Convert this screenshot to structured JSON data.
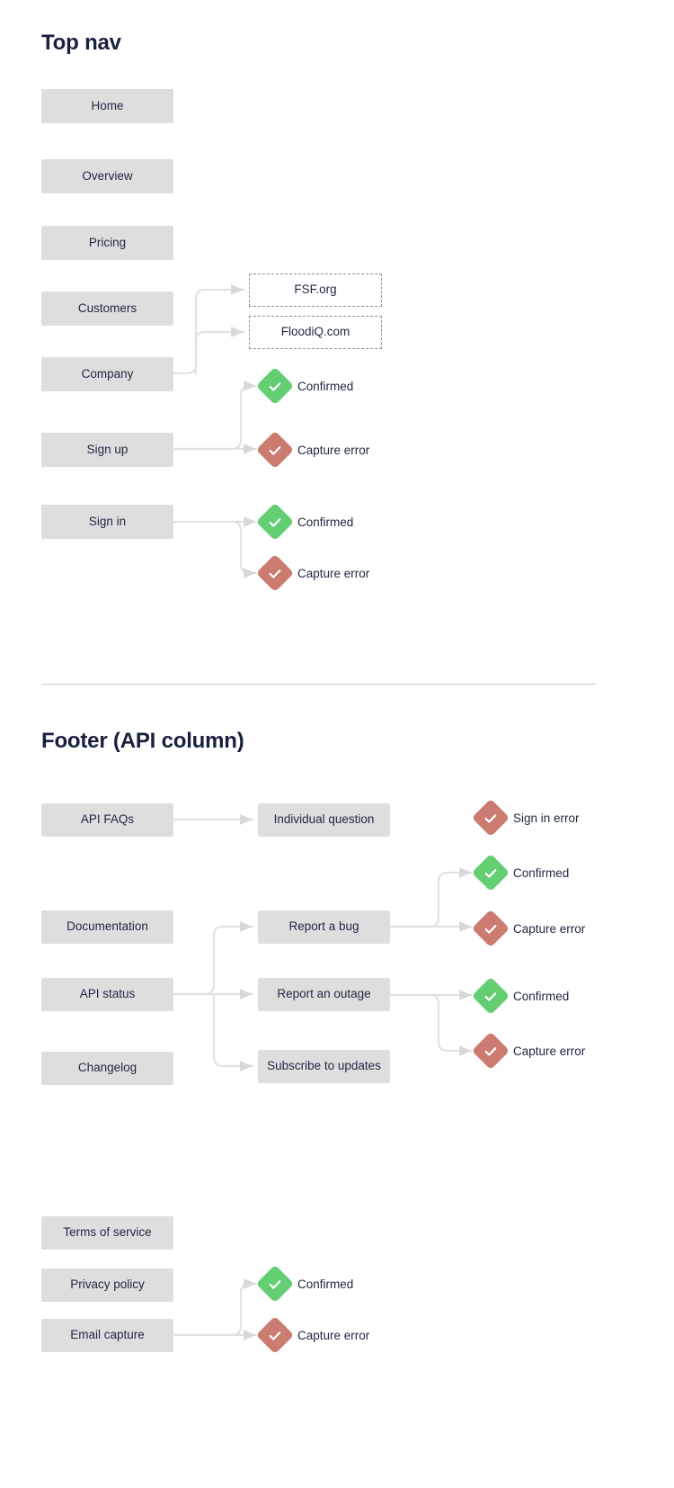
{
  "colors": {
    "heading": "#18203f",
    "box_fill": "#dededf",
    "box_text": "#1f2740",
    "dashed_border": "#8d8f94",
    "connector": "#e2e2e4",
    "confirmed": "#63ce72",
    "error": "#cc7b70",
    "divider": "#c9ccd2",
    "page_bg": "#ffffff"
  },
  "sections": [
    {
      "id": "top-nav",
      "title": "Top nav"
    },
    {
      "id": "footer-api",
      "title": "Footer (API column)"
    }
  ],
  "top_nav": {
    "title": "Top nav",
    "items": [
      {
        "label": "Home"
      },
      {
        "label": "Overview"
      },
      {
        "label": "Pricing"
      },
      {
        "label": "Customers"
      },
      {
        "label": "Company"
      },
      {
        "label": "Sign up"
      },
      {
        "label": "Sign in"
      }
    ],
    "dashed_nodes": [
      {
        "label": "FSF.org"
      },
      {
        "label": "FloodiQ.com"
      }
    ],
    "statuses": [
      {
        "label": "Confirmed",
        "kind": "confirmed",
        "icon": "check-diamond-icon"
      },
      {
        "label": "Capture error",
        "kind": "error",
        "icon": "check-diamond-icon"
      },
      {
        "label": "Confirmed",
        "kind": "confirmed",
        "icon": "check-diamond-icon"
      },
      {
        "label": "Capture error",
        "kind": "error",
        "icon": "check-diamond-icon"
      }
    ]
  },
  "footer_api": {
    "title": "Footer (API column)",
    "items": [
      {
        "label": "API FAQs"
      },
      {
        "label": "Documentation"
      },
      {
        "label": "API status"
      },
      {
        "label": "Changelog"
      },
      {
        "label": "Terms of service"
      },
      {
        "label": "Privacy policy"
      },
      {
        "label": "Email capture"
      }
    ],
    "mid_nodes": [
      {
        "label": "Individual question"
      },
      {
        "label": "Report a bug"
      },
      {
        "label": "Report an outage"
      },
      {
        "label": "Subscribe to updates"
      }
    ],
    "statuses": [
      {
        "label": "Sign in error",
        "kind": "error",
        "icon": "check-diamond-icon"
      },
      {
        "label": "Confirmed",
        "kind": "confirmed",
        "icon": "check-diamond-icon"
      },
      {
        "label": "Capture error",
        "kind": "error",
        "icon": "check-diamond-icon"
      },
      {
        "label": "Confirmed",
        "kind": "confirmed",
        "icon": "check-diamond-icon"
      },
      {
        "label": "Capture error",
        "kind": "error",
        "icon": "check-diamond-icon"
      },
      {
        "label": "Confirmed",
        "kind": "confirmed",
        "icon": "check-diamond-icon"
      },
      {
        "label": "Capture error",
        "kind": "error",
        "icon": "check-diamond-icon"
      }
    ]
  }
}
